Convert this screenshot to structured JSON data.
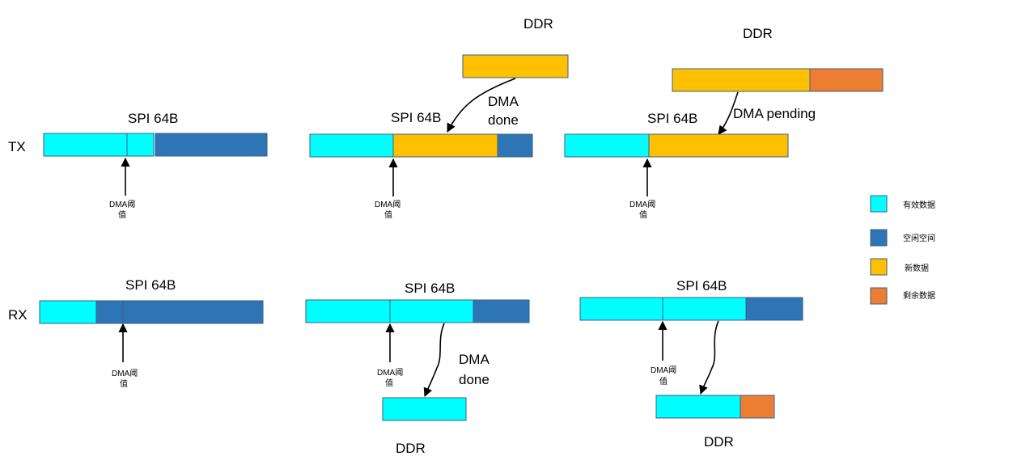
{
  "colors": {
    "valid": "#00ffff",
    "free": "#2e75b6",
    "new": "#ffc000",
    "remaining": "#ed7d31"
  },
  "rows": {
    "tx": "TX",
    "rx": "RX"
  },
  "labels": {
    "spi": "SPI 64B",
    "ddr": "DDR",
    "dma_line1": "DMA",
    "dma_line2": "done",
    "dma_pending": "DMA pending",
    "threshold_line1": "DMA阈",
    "threshold_line2": "值"
  },
  "legend": [
    {
      "key": "valid",
      "label": "有效数据"
    },
    {
      "key": "free",
      "label": "空闲空间"
    },
    {
      "key": "new",
      "label": "新数据"
    },
    {
      "key": "remaining",
      "label": "剩余数据"
    }
  ]
}
